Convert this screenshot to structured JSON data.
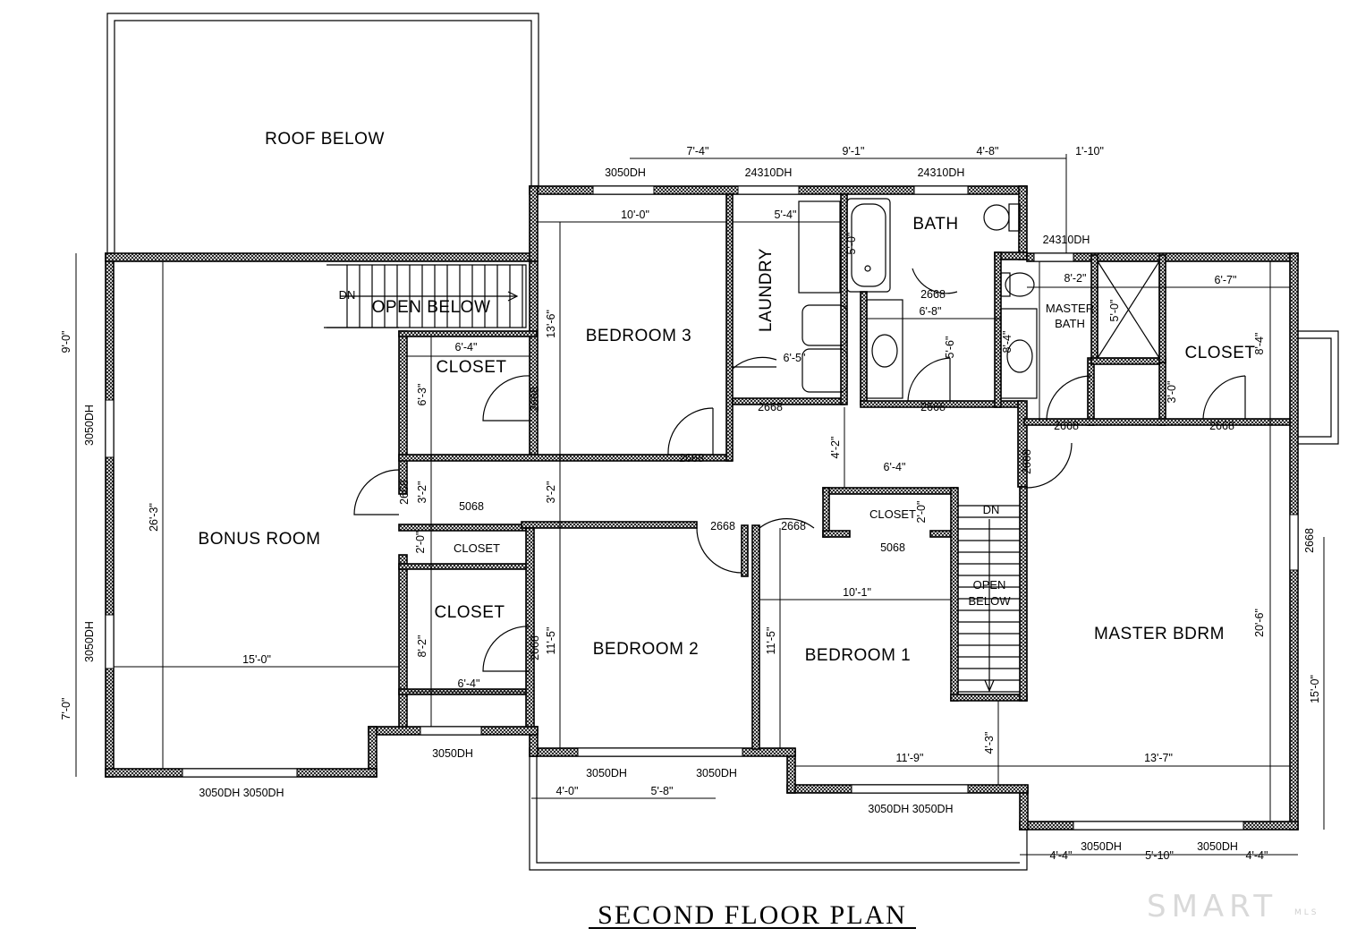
{
  "title": "SECOND FLOOR PLAN",
  "logo": {
    "text": "SMART",
    "suffix": "MLS"
  },
  "rooms": {
    "roof_below": "ROOF BELOW",
    "bonus_room": "BONUS ROOM",
    "bedroom_3": "BEDROOM 3",
    "bedroom_2": "BEDROOM 2",
    "bedroom_1": "BEDROOM 1",
    "master_bdrm": "MASTER BDRM",
    "laundry": "LAUNDRY",
    "bath": "BATH",
    "master_bath_1": "MASTER",
    "master_bath_2": "BATH",
    "open_below_stair": "OPEN BELOW",
    "open_below_2a": "OPEN",
    "open_below_2b": "BELOW",
    "closet_a": "CLOSET",
    "closet_b": "CLOSET",
    "closet_c": "CLOSET",
    "closet_d": "CLOSET",
    "closet_e": "CLOSET",
    "dn_1": "DN",
    "dn_2": "DN"
  },
  "windows": {
    "w1": "3050DH",
    "w2": "24310DH",
    "w3": "24310DH",
    "w4": "24310DH",
    "w5": "3050DH",
    "w6": "3050DH",
    "w7": "3050DH",
    "w8": "3050DH 3050DH",
    "w9": "3050DH",
    "w10": "3050DH",
    "w11": "3050DH 3050DH",
    "w12": "3050DH",
    "w13": "3050DH"
  },
  "doors": {
    "d1": "2668",
    "d2": "2668",
    "d3": "2668",
    "d4": "2668",
    "d5": "2668",
    "d6": "2668",
    "d7": "2668",
    "d8": "2668",
    "d9": "2668",
    "d10": "2668",
    "d11": "2668",
    "d12": "2668",
    "d13": "2668",
    "s1": "5068",
    "s2": "5068"
  },
  "dims": {
    "top_1": "7'-4\"",
    "top_2": "9'-1\"",
    "top_3": "4'-8\"",
    "top_4": "1'-10\"",
    "b3_w": "10'-0\"",
    "lau_w": "5'-4\"",
    "b3_h": "13'-6\"",
    "tub": "5'-0\"",
    "hall_1": "2668",
    "mb_w": "8'-2\"",
    "mcl_w": "6'-7\"",
    "bath_w": "6'-8\"",
    "sh": "5'-0\"",
    "closet_h": "8'-4\"",
    "laund": "6'-5\"",
    "bath_h": "5'-6\"",
    "mb_h": "8'-4\"",
    "cl1_w": "6'-4\"",
    "cl1_h": "6'-3\"",
    "hall_h1": "3'-2\"",
    "hall_h2": "3'-2\"",
    "hall_v": "4'-2\"",
    "cl5_w": "6'-4\"",
    "cl5_h": "2'-0\"",
    "cl2_h": "2'-0\"",
    "cl3_h": "8'-2\"",
    "cl3_w": "6'-4\"",
    "b2_h": "11'-5\"",
    "b1_h": "11'-5\"",
    "b1_w": "10'-1\"",
    "mbd_h": "20'-6\"",
    "cl_s": "3'-0\"",
    "bonus_h": "26'-3\"",
    "bonus_w": "15'-0\"",
    "left_1": "9'-0\"",
    "left_2": "7'-0\"",
    "right_1": "15'-0\"",
    "b1_s": "11'-9\"",
    "st_h": "4'-3\"",
    "mbd_w": "13'-7\"",
    "bot_1": "4'-0\"",
    "bot_2": "5'-8\"",
    "bot_3": "4'-4\"",
    "bot_4": "5'-10\"",
    "bot_5": "4'-4\""
  }
}
